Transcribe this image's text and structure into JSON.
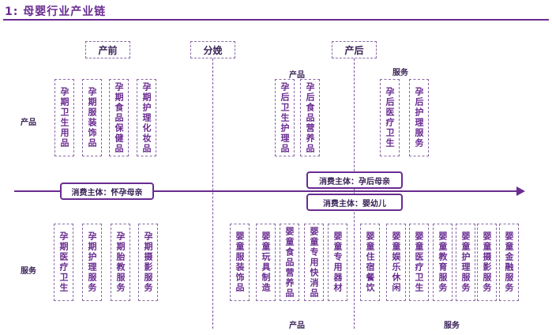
{
  "title": "1:  母婴行业产业链",
  "phases": [
    "产前",
    "分娩",
    "产后"
  ],
  "row_labels": {
    "top_left": "产品",
    "bottom_left": "服务"
  },
  "section_labels": {
    "postnatal_products_top": "产品",
    "postnatal_services_top": "服务",
    "infant_products_bottom": "产品",
    "infant_services_bottom": "服务"
  },
  "prenatal_products": [
    "孕期卫生用品",
    "孕期服装饰品",
    "孕期食品保健品",
    "孕期护理化妆品"
  ],
  "prenatal_services": [
    "孕期医疗卫生",
    "孕期护理服务",
    "孕期胎教服务",
    "孕期摄影服务"
  ],
  "postnatal_products": [
    "孕后卫生护理品",
    "孕后食品营养品"
  ],
  "postnatal_services": [
    "孕后医疗卫生",
    "孕后护理服务"
  ],
  "infant_products": [
    "婴童服装饰品",
    "婴童玩具制造",
    "婴童食品营养品",
    "婴童专用快消品",
    "婴童专用器材"
  ],
  "infant_services": [
    "婴童住宿餐饮",
    "婴童娱乐休闲",
    "婴童医疗卫生",
    "婴童教育服务",
    "婴童护理服务",
    "婴童摄影服务",
    "婴童金融服务"
  ],
  "consumers": {
    "pregnant": "消费主体：怀孕母亲",
    "postpartum": "消费主体：孕后母亲",
    "infant": "消费主体：婴幼儿"
  },
  "colors": {
    "accent": "#6a2c91",
    "text": "#3b2458"
  }
}
